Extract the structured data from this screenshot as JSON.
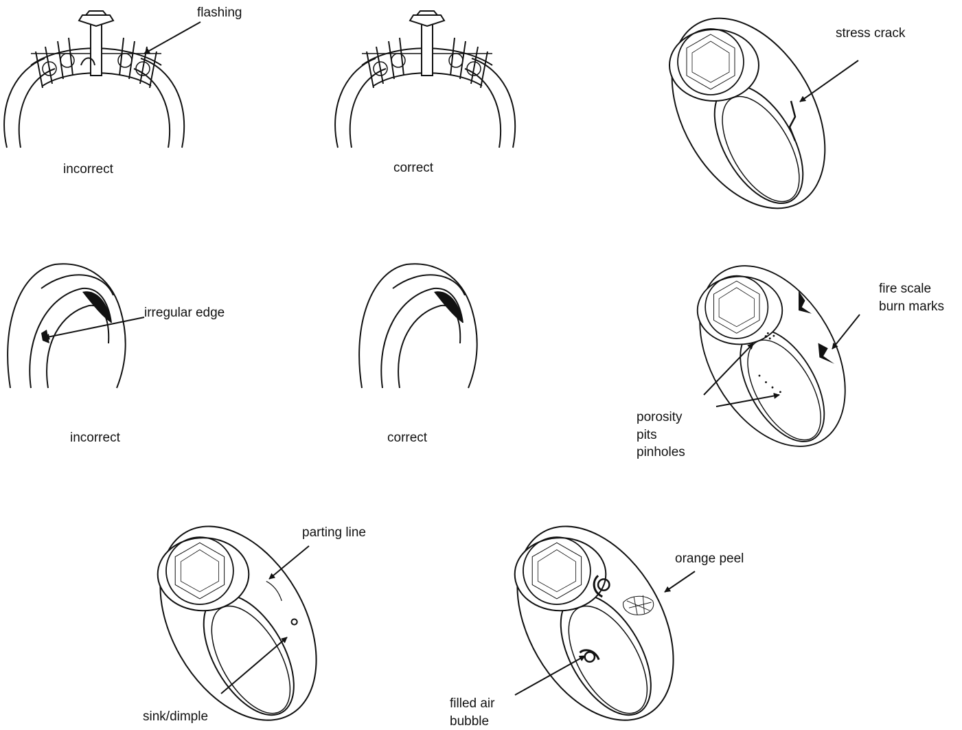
{
  "figures": {
    "prongs_incorrect": {
      "caption": "incorrect",
      "callout": "flashing"
    },
    "prongs_correct": {
      "caption": "correct"
    },
    "stress_crack_ring": {
      "callout": "stress crack"
    },
    "edge_incorrect": {
      "caption": "incorrect",
      "callout": "irregular edge"
    },
    "edge_correct": {
      "caption": "correct"
    },
    "fire_scale_ring": {
      "callout_lines": [
        "fire scale",
        "burn marks"
      ],
      "porosity_lines": [
        "porosity",
        "pits",
        "pinholes"
      ]
    },
    "parting_line_ring": {
      "callout": "parting line",
      "sink_label": "sink/dimple"
    },
    "orange_peel_ring": {
      "callout": "orange peel",
      "bubble_lines": [
        "filled air",
        "bubble"
      ]
    }
  },
  "colors": {
    "ink": "#111111",
    "background": "#ffffff"
  }
}
